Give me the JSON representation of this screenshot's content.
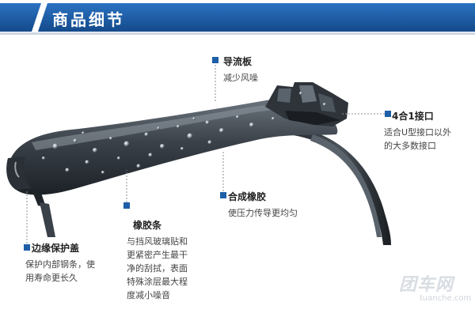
{
  "header": {
    "title": "商品细节"
  },
  "annotations": {
    "daoliu": {
      "title": "导流板",
      "desc": "减少风噪"
    },
    "interface": {
      "title": "4合1接口",
      "desc_line1": "适合U型接口以外",
      "desc_line2": "的大多数接口"
    },
    "rubber": {
      "title": "合成橡胶",
      "desc": "使压力传导更均匀"
    },
    "strip": {
      "title": "橡胶条",
      "desc_lines": [
        "与挡风玻璃贴和",
        "更紧密产生最干",
        "净的刮拭，表面",
        "特殊涂层最大程",
        "度减小噪音"
      ]
    },
    "edge": {
      "title": "边缘保护盖",
      "desc_lines": [
        "保护内部钢条，使",
        "用寿命更长久"
      ]
    }
  },
  "watermark": {
    "logo": "团车网",
    "url": "tuanche.com"
  },
  "colors": {
    "header": "#1f5fa8",
    "header_dark": "#144a8a",
    "blade": "#2b3138",
    "marker": "#1f5fa8"
  }
}
